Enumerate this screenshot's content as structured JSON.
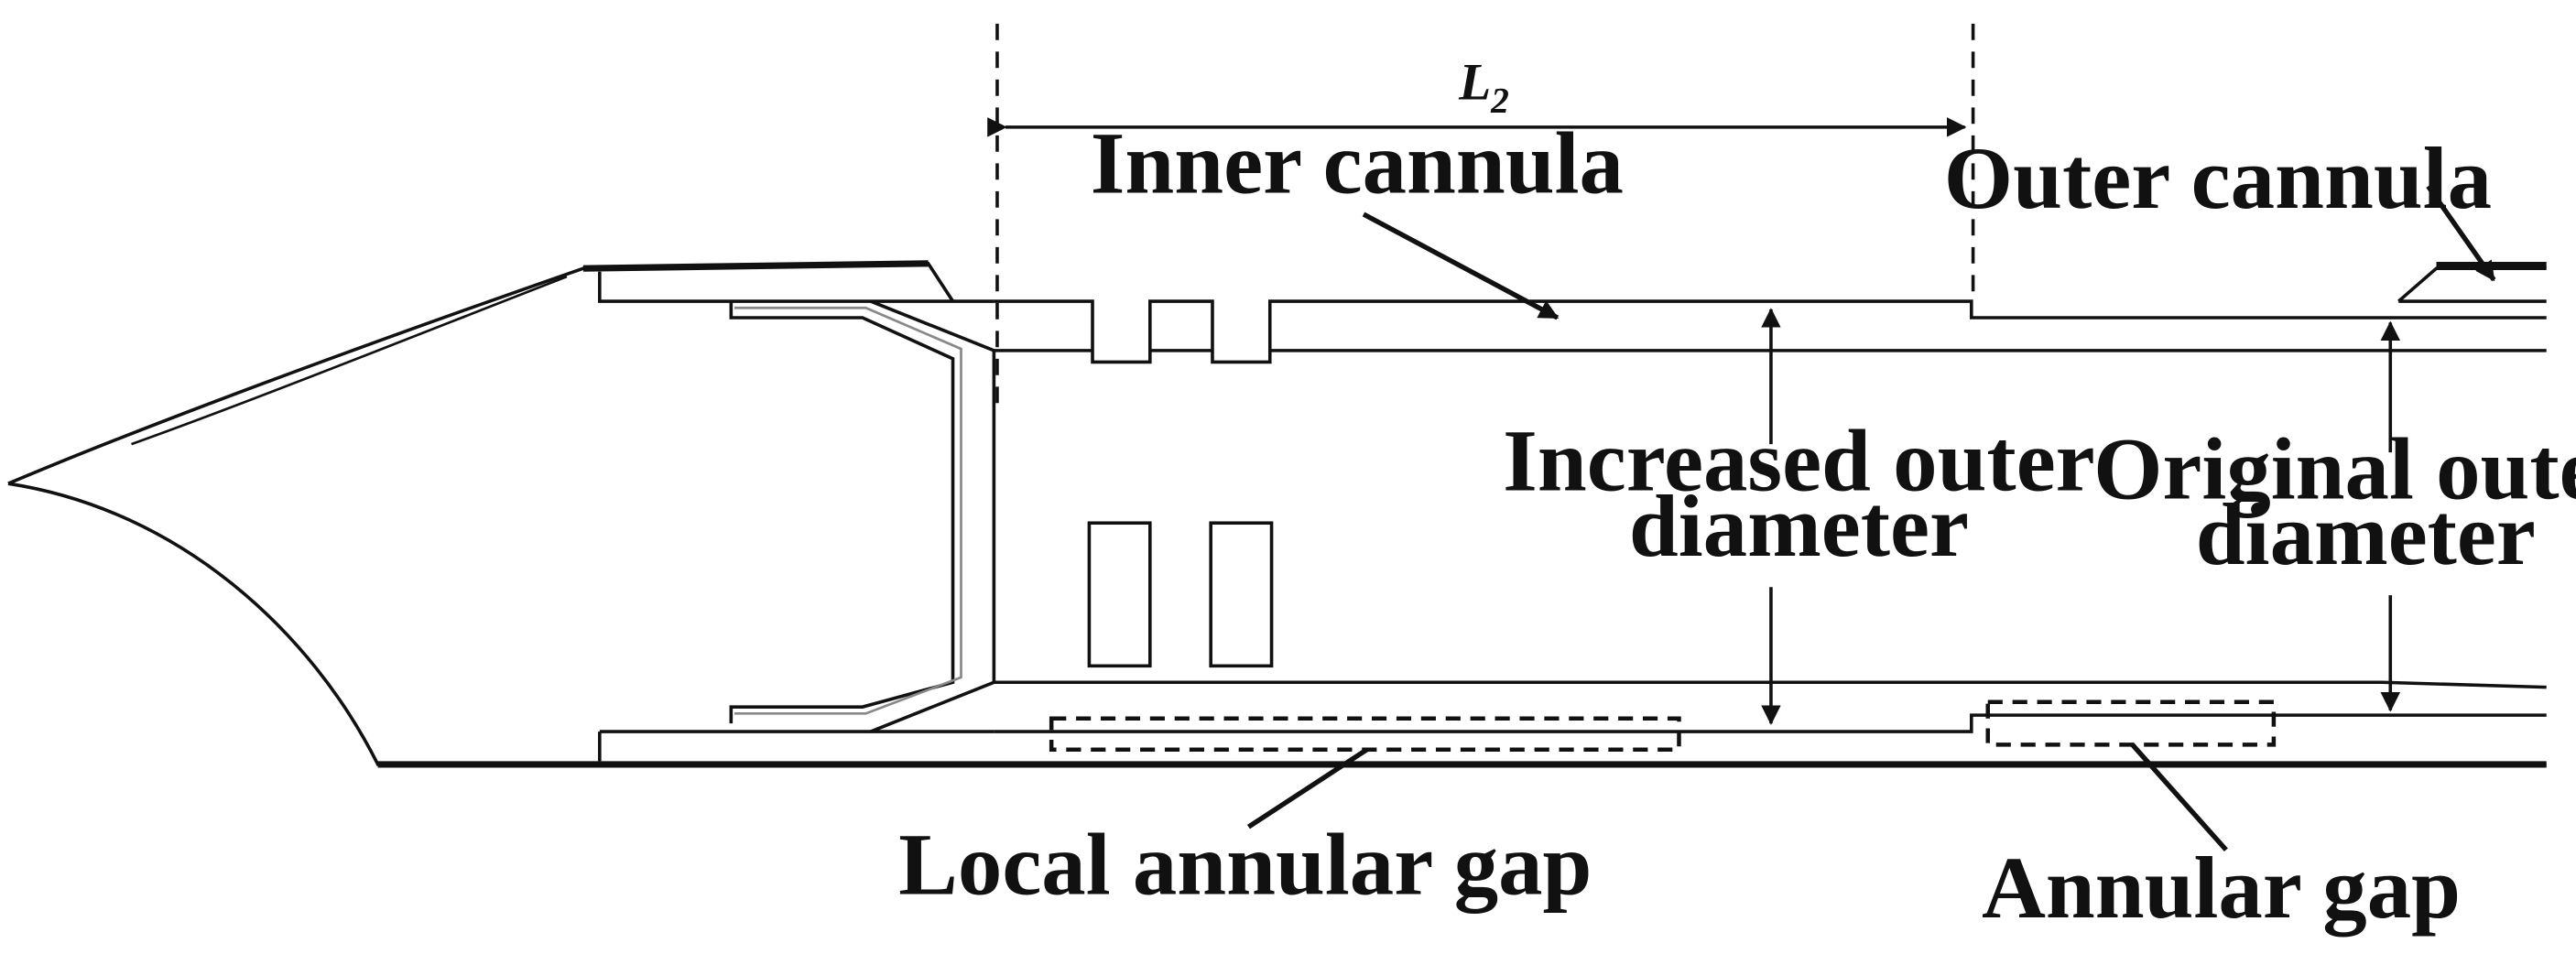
{
  "dimension": {
    "symbol": "L",
    "subscript": "2"
  },
  "labels": {
    "inner_cannula": "Inner cannula",
    "outer_cannula": "Outer cannula",
    "increased_outer_diameter": {
      "line1": "Increased outer",
      "line2": "diameter"
    },
    "original_outer_diameter": {
      "line1": "Original outer",
      "line2": "diameter"
    },
    "local_annular_gap": "Local annular gap",
    "annular_gap": "Annular gap"
  }
}
